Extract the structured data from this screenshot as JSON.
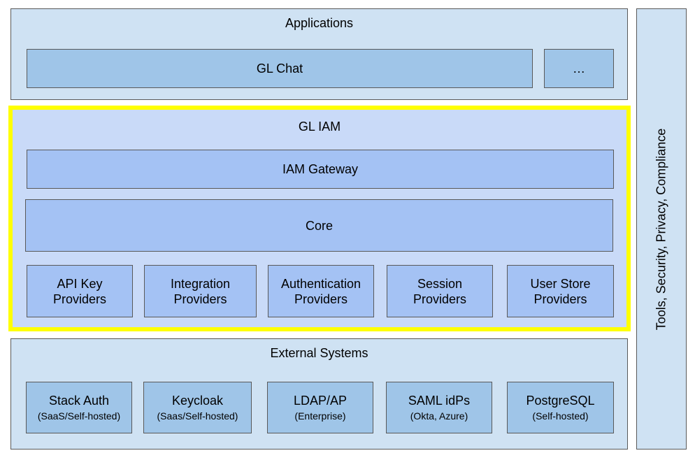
{
  "applications": {
    "title": "Applications",
    "items": [
      {
        "label": "GL Chat"
      },
      {
        "label": "…"
      }
    ]
  },
  "iam": {
    "title": "GL IAM",
    "gateway": "IAM Gateway",
    "core": "Core",
    "providers": [
      {
        "label": "API Key\nProviders"
      },
      {
        "label": "Integration\nProviders"
      },
      {
        "label": "Authentication\nProviders"
      },
      {
        "label": "Session\nProviders"
      },
      {
        "label": "User Store\nProviders"
      }
    ]
  },
  "external": {
    "title": "External Systems",
    "items": [
      {
        "label": "Stack Auth",
        "sub": "(SaaS/Self-hosted)"
      },
      {
        "label": "Keycloak",
        "sub": "(Saas/Self-hosted)"
      },
      {
        "label": "LDAP/AP",
        "sub": "(Enterprise)"
      },
      {
        "label": "SAML idPs",
        "sub": "(Okta, Azure)"
      },
      {
        "label": "PostgreSQL",
        "sub": "(Self-hosted)"
      }
    ]
  },
  "sidebar": {
    "label": "Tools, Security, Privacy, Compliance"
  },
  "colors": {
    "panel_fill": "#cfe2f3",
    "box_fill": "#9fc5e8",
    "iam_fill": "#c9daf8",
    "iam_box_fill": "#a4c2f4",
    "highlight_border": "#ffff00"
  }
}
